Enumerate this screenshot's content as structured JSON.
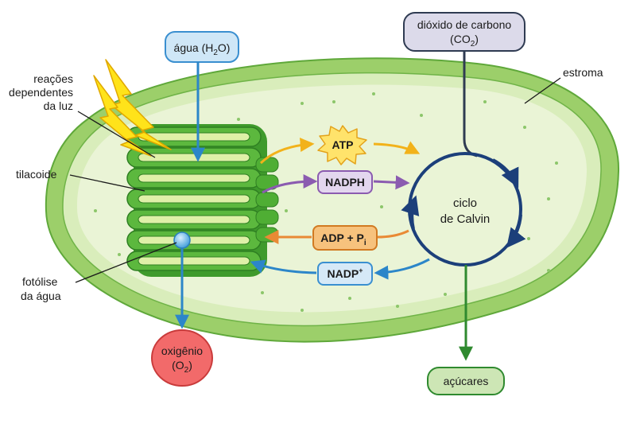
{
  "labels": {
    "light_reactions": [
      "reações",
      "dependentes",
      "da luz"
    ],
    "thylakoid": "tilacoide",
    "photolysis": [
      "fotólise",
      "da água"
    ],
    "stroma": "estroma"
  },
  "boxes": {
    "water": {
      "text": "água (H",
      "sub": "2",
      "after": "O)"
    },
    "co2": {
      "line1": "dióxido de carbono",
      "line2_pre": "(CO",
      "line2_sub": "2",
      "line2_post": ")"
    },
    "oxygen": {
      "line1": "oxigênio",
      "line2_pre": "(O",
      "line2_sub": "2",
      "line2_post": ")"
    },
    "sugars": "açúcares",
    "atp": "ATP",
    "nadph": "NADPH",
    "adp": {
      "text": "ADP + P",
      "sub": "i"
    },
    "nadp": {
      "text": "NADP",
      "sup": "+"
    }
  },
  "calvin": [
    "ciclo",
    "de Calvin"
  ],
  "colors": {
    "membrane_outer": "#7cc04b",
    "stroma_fill": "#e8f3d0",
    "grana": "#5cb83e",
    "water_box": "#cfe7f7",
    "co2_box": "#dcdaea",
    "oxygen_box": "#f26a6a",
    "sugars_box": "#cde6b5",
    "atp": "#ffe36b",
    "nadph_border": "#8b5bb0",
    "adp": "#f7c27d",
    "nadp_border": "#3a8fd0",
    "calvin_ring": "#1c3f7a",
    "arrow_blue": "#2c86c9",
    "arrow_green": "#2f8a2f",
    "arrow_gold": "#f2b21a",
    "arrow_purple": "#8b5bb0",
    "arrow_orange": "#e98a35"
  }
}
